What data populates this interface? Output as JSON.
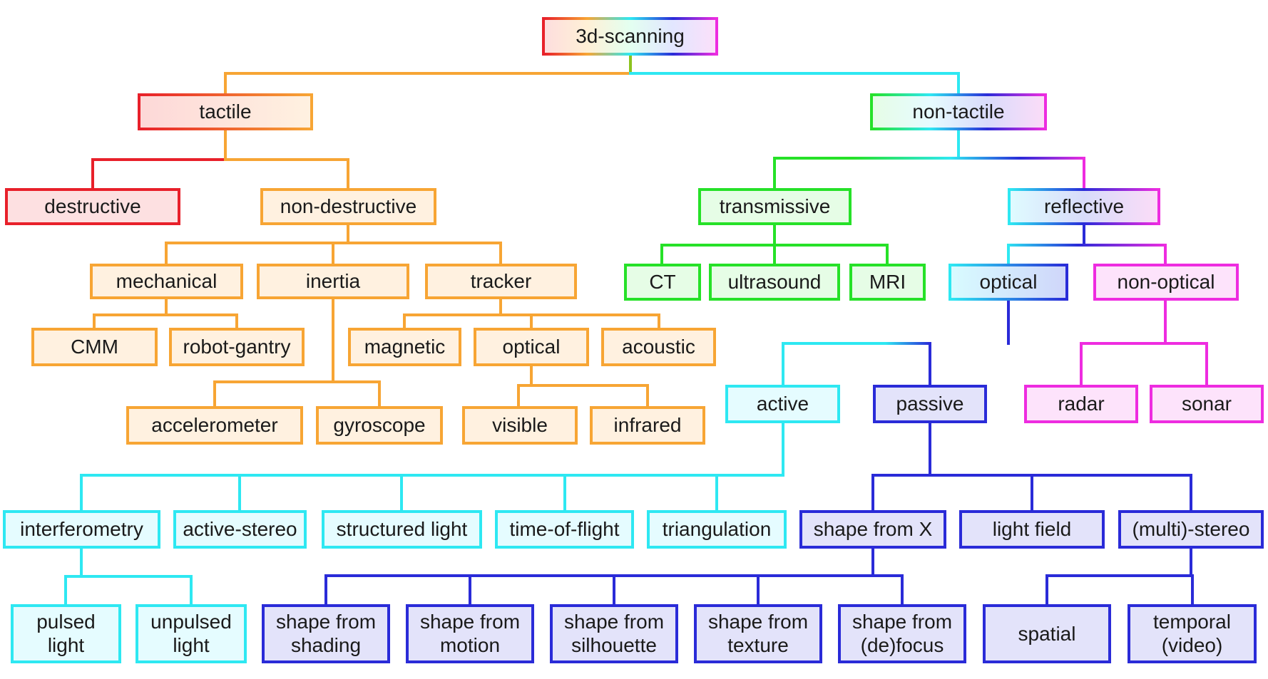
{
  "diagram": {
    "nodes": {
      "root": "3d-scanning",
      "tactile": "tactile",
      "non_tactile": "non-tactile",
      "destructive": "destructive",
      "non_destructive": "non-destructive",
      "mechanical": "mechanical",
      "inertia": "inertia",
      "tracker": "tracker",
      "cmm": "CMM",
      "robot_gantry": "robot-gantry",
      "magnetic": "magnetic",
      "tracker_optical": "optical",
      "acoustic": "acoustic",
      "accelerometer": "accelerometer",
      "gyroscope": "gyroscope",
      "visible": "visible",
      "infrared": "infrared",
      "transmissive": "transmissive",
      "reflective": "reflective",
      "ct": "CT",
      "ultrasound": "ultrasound",
      "mri": "MRI",
      "optical": "optical",
      "non_optical": "non-optical",
      "active": "active",
      "passive": "passive",
      "radar": "radar",
      "sonar": "sonar",
      "interferometry": "interferometry",
      "active_stereo": "active-stereo",
      "structured_light": "structured light",
      "time_of_flight": "time-of-flight",
      "triangulation": "triangulation",
      "shape_from_x": "shape from X",
      "light_field": "light field",
      "multi_stereo": "(multi)-stereo",
      "pulsed_light": [
        "pulsed",
        "light"
      ],
      "unpulsed_light": [
        "unpulsed",
        "light"
      ],
      "sf_shading": [
        "shape from",
        "shading"
      ],
      "sf_motion": [
        "shape from",
        "motion"
      ],
      "sf_silhouette": [
        "shape from",
        "silhouette"
      ],
      "sf_texture": [
        "shape from",
        "texture"
      ],
      "sf_defocus": [
        "shape from",
        "(de)focus"
      ],
      "spatial": "spatial",
      "temporal": [
        "temporal",
        "(video)"
      ]
    },
    "colors": {
      "orange": "#f7a534",
      "red": "#e8202a",
      "cyan": "#2ee8f2",
      "blue": "#2a2bd8",
      "magenta": "#ee2ce0",
      "green": "#26e128",
      "olive": "#8cc31e"
    }
  }
}
